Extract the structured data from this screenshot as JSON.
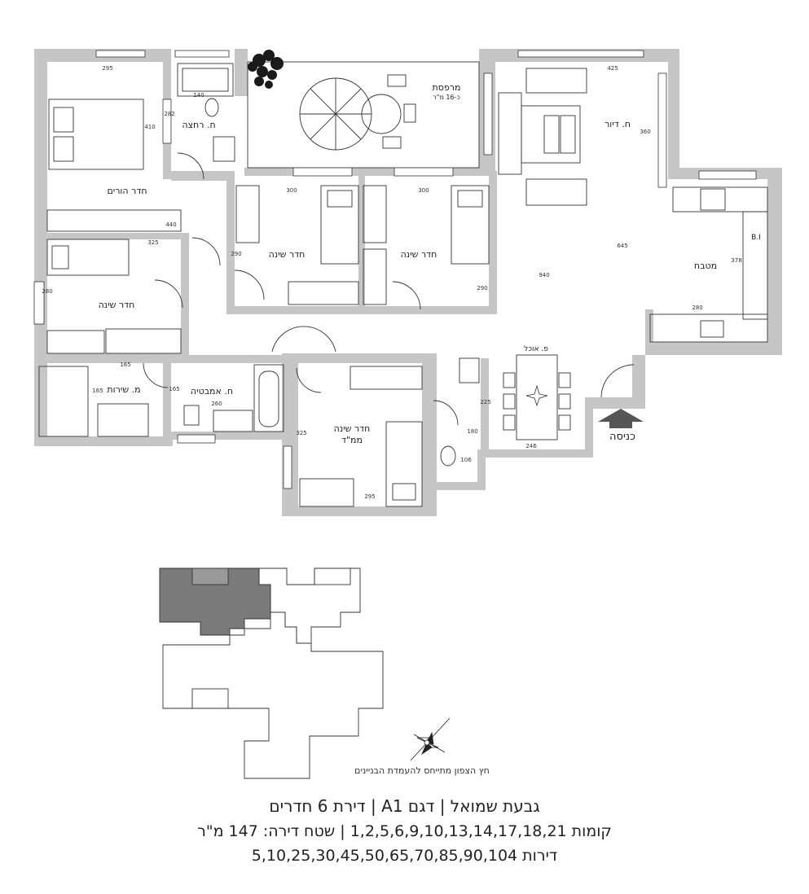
{
  "rooms": {
    "balcony": "מרפסת",
    "balcony_area": "כ-16 מ\"ר",
    "living": "ח. דיור",
    "master_bedroom": "חדר הורים",
    "shower": "ח. רחצה",
    "bedroom_1": "חדר שינה",
    "bedroom_2": "חדר שינה",
    "bedroom_3": "חדר שינה",
    "kitchen": "מטבח",
    "dining": "פ. אוכל",
    "service": "מ. שירות",
    "bathroom": "ח. אמבטיה",
    "safe_room_line1": "חדר שינה",
    "safe_room_line2": "ממ\"ד",
    "entrance": "כניסה",
    "built_in": "B.I"
  },
  "dimensions": {
    "d295_top": "295",
    "d140": "140",
    "d282": "282",
    "d410": "410",
    "d425": "425",
    "d360": "360",
    "d300_a": "300",
    "d300_b": "300",
    "d440": "440",
    "d325_a": "325",
    "d290_a": "290",
    "d645": "645",
    "d378": "378",
    "d280_a": "280",
    "d940": "940",
    "d290_b": "290",
    "d280_b": "280",
    "d165_a": "165",
    "d165_b": "165",
    "d165_c": "165",
    "d260": "260",
    "d225": "225",
    "d180": "180",
    "d106": "106",
    "d246": "246",
    "d325_b": "325",
    "d295_bottom": "295"
  },
  "compass_note": "חץ הצפון מתייחס להעמדת הבניינים",
  "footer": {
    "title": "גבעת שמואל | דגם A1 | דירת 6 חדרים",
    "floors": "קומות 1,2,5,6,9,10,13,14,17,18,21 | שטח דירה: 147 מ\"ר",
    "units": "דירות 5,10,25,30,45,50,65,70,85,90,104"
  },
  "colors": {
    "wall": "#c6c6c6",
    "highlight": "#7a7a7a",
    "line": "#333333"
  }
}
